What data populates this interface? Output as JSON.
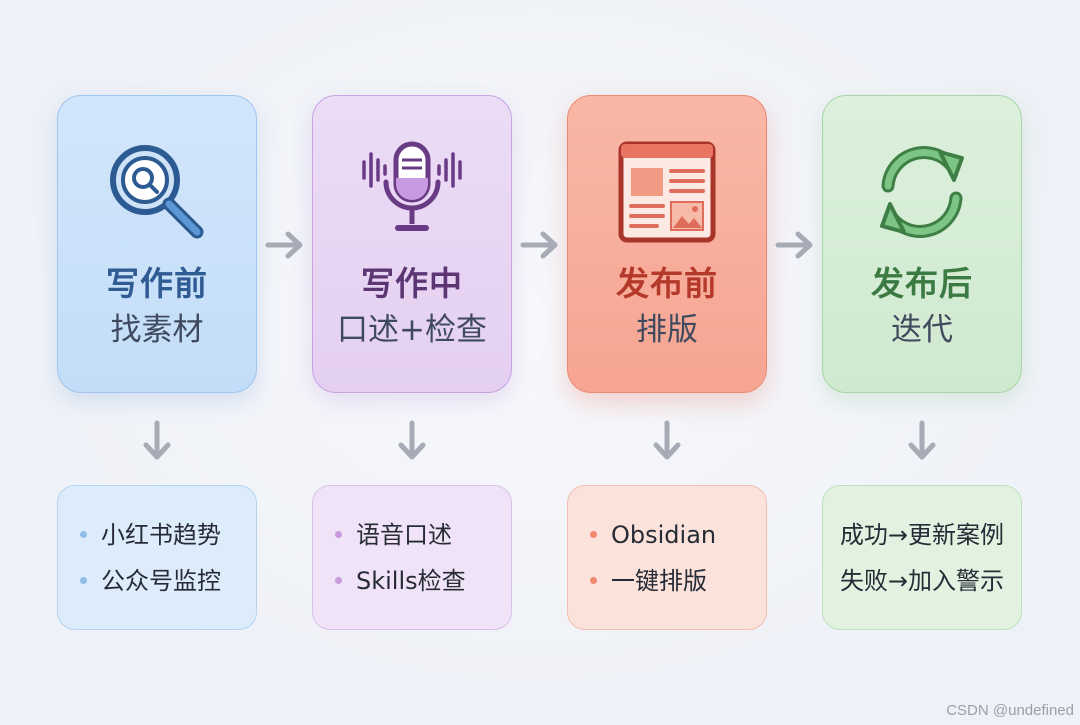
{
  "stages": [
    {
      "title": "写作前",
      "subtitle": "找素材",
      "icon": "magnifier-icon"
    },
    {
      "title": "写作中",
      "subtitle": "口述+检查",
      "icon": "microphone-icon"
    },
    {
      "title": "发布前",
      "subtitle": "排版",
      "icon": "layout-document-icon"
    },
    {
      "title": "发布后",
      "subtitle": "迭代",
      "icon": "refresh-cycle-icon"
    }
  ],
  "details": [
    {
      "items": [
        "小红书趋势",
        "公众号监控"
      ]
    },
    {
      "items": [
        "语音口述",
        "Skills检查"
      ]
    },
    {
      "items": [
        "Obsidian",
        "一键排版"
      ]
    },
    {
      "items": [
        "成功→更新案例",
        "失败→加入警示"
      ]
    }
  ],
  "watermark": "CSDN @undefined",
  "colors": {
    "stage1": "#c3ddf8",
    "stage2": "#e4cff1",
    "stage3": "#f6a592",
    "stage4": "#cfe9cf",
    "arrow": "#a7abb6"
  }
}
